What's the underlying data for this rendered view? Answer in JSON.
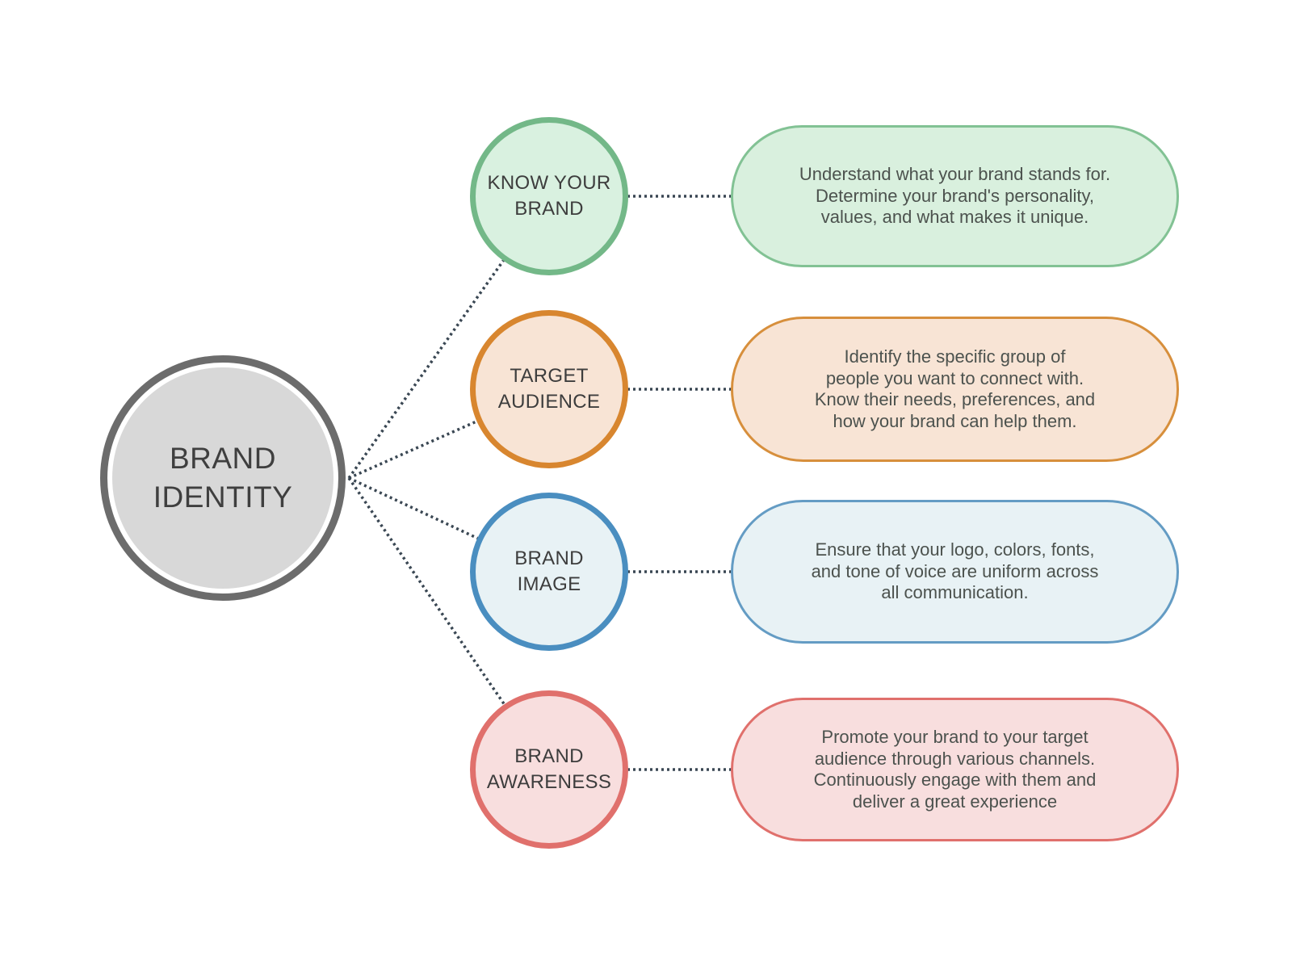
{
  "palette": {
    "background": "#ffffff",
    "connector": "#3a4753",
    "circle_label_text": "#3d3d3d",
    "center_label_text": "#3f3f3f",
    "pill_text": "#4c524e"
  },
  "center": {
    "label": "BRAND IDENTITY",
    "label_lines": [
      "BRAND",
      "IDENTITY"
    ],
    "colors": {
      "border": "#6c6c6c",
      "fill": "#d8d8d8"
    }
  },
  "branches": [
    {
      "id": "know-your-brand",
      "label": "KNOW YOUR BRAND",
      "label_lines": [
        "KNOW YOUR",
        "BRAND"
      ],
      "description": "Understand what your brand stands for. Determine your brand's personality, values, and what makes it unique.",
      "description_lines": [
        "Understand what your brand stands for.",
        "Determine your brand's personality,",
        "values, and what makes it unique."
      ],
      "colors": {
        "circle_border": "#73b888",
        "circle_fill": "#d9f1e0",
        "pill_border": "#82c294",
        "pill_fill": "#d9f0de"
      }
    },
    {
      "id": "target-audience",
      "label": "TARGET AUDIENCE",
      "label_lines": [
        "TARGET",
        "AUDIENCE"
      ],
      "description": "Identify the specific group of people you want to connect with. Know their needs, preferences, and how your brand can help them.",
      "description_lines": [
        "Identify the specific group of",
        "people you want to connect with.",
        "Know their needs, preferences, and",
        "how your brand can help them."
      ],
      "colors": {
        "circle_border": "#d8862f",
        "circle_fill": "#f8e4d5",
        "pill_border": "#d78f3c",
        "pill_fill": "#f8e4d5"
      }
    },
    {
      "id": "brand-image",
      "label": "BRAND IMAGE",
      "label_lines": [
        "BRAND",
        "IMAGE"
      ],
      "description": "Ensure that your logo, colors, fonts, and tone of voice are uniform across all communication.",
      "description_lines": [
        "Ensure that your logo, colors, fonts,",
        "and tone of voice are uniform across",
        "all communication."
      ],
      "colors": {
        "circle_border": "#4a8ec0",
        "circle_fill": "#e8f2f5",
        "pill_border": "#649cc4",
        "pill_fill": "#e8f2f5"
      }
    },
    {
      "id": "brand-awareness",
      "label": "BRAND AWARENESS",
      "label_lines": [
        "BRAND",
        "AWARENESS"
      ],
      "description": "Promote your brand to your target audience through various channels. Continuously engage with them and deliver a great experience",
      "description_lines": [
        "Promote your brand to your target",
        "audience through various channels.",
        "Continuously engage with them and",
        "deliver a great experience"
      ],
      "colors": {
        "circle_border": "#e0706c",
        "circle_fill": "#f8dede",
        "pill_border": "#e0706c",
        "pill_fill": "#f8dede"
      }
    }
  ]
}
